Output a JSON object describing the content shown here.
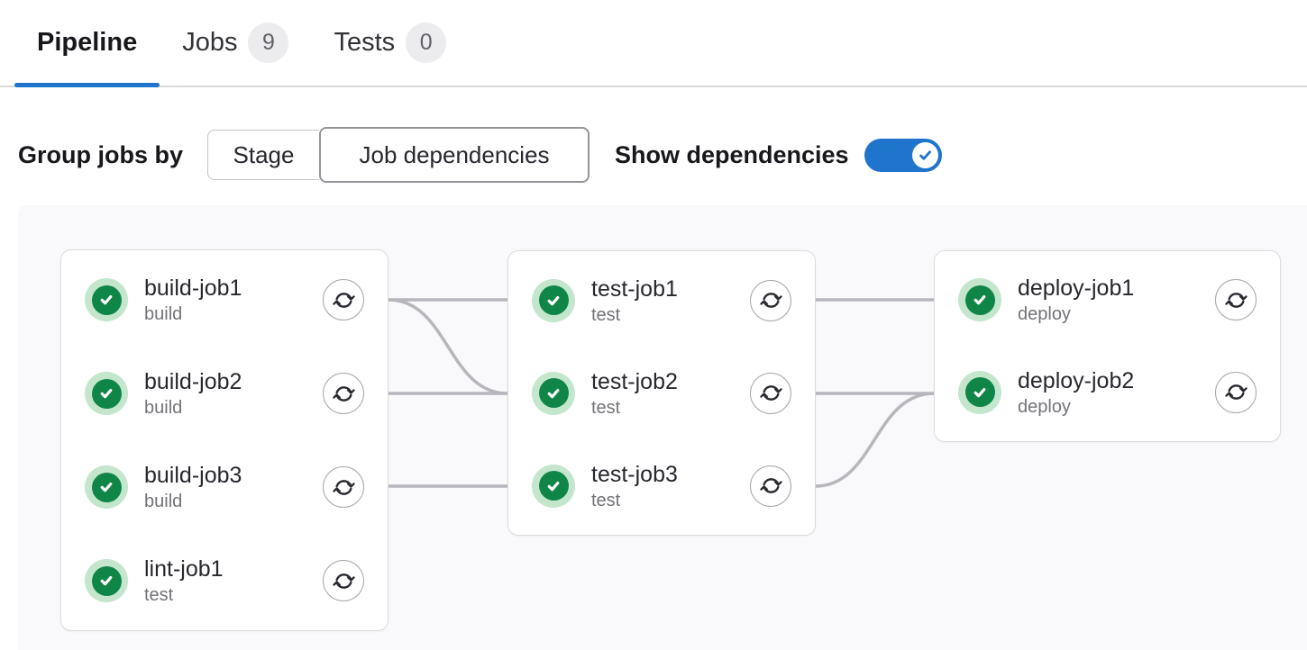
{
  "tabs": {
    "items": [
      {
        "label": "Pipeline",
        "active": true
      },
      {
        "label": "Jobs",
        "badge": "9",
        "active": false
      },
      {
        "label": "Tests",
        "badge": "0",
        "active": false
      }
    ]
  },
  "controls": {
    "group_jobs_by_label": "Group jobs by",
    "group_options": [
      {
        "label": "Stage",
        "selected": false
      },
      {
        "label": "Job dependencies",
        "selected": true
      }
    ],
    "show_dependencies_label": "Show dependencies",
    "show_dependencies_enabled": true
  },
  "graph": {
    "columns": [
      {
        "jobs": [
          {
            "name": "build-job1",
            "stage": "build",
            "status": "success"
          },
          {
            "name": "build-job2",
            "stage": "build",
            "status": "success"
          },
          {
            "name": "build-job3",
            "stage": "build",
            "status": "success"
          },
          {
            "name": "lint-job1",
            "stage": "test",
            "status": "success"
          }
        ]
      },
      {
        "jobs": [
          {
            "name": "test-job1",
            "stage": "test",
            "status": "success"
          },
          {
            "name": "test-job2",
            "stage": "test",
            "status": "success"
          },
          {
            "name": "test-job3",
            "stage": "test",
            "status": "success"
          }
        ]
      },
      {
        "jobs": [
          {
            "name": "deploy-job1",
            "stage": "deploy",
            "status": "success"
          },
          {
            "name": "deploy-job2",
            "stage": "deploy",
            "status": "success"
          }
        ]
      }
    ],
    "links": [
      {
        "from": "build-job1",
        "to": "test-job1"
      },
      {
        "from": "build-job1",
        "to": "test-job2"
      },
      {
        "from": "build-job2",
        "to": "test-job2"
      },
      {
        "from": "build-job3",
        "to": "test-job3"
      },
      {
        "from": "test-job1",
        "to": "deploy-job1"
      },
      {
        "from": "test-job2",
        "to": "deploy-job2"
      },
      {
        "from": "test-job3",
        "to": "deploy-job2"
      }
    ]
  },
  "colors": {
    "accent_blue": "#1f75cb",
    "success_green": "#108548",
    "success_halo_green": "#c3e6cd",
    "link_gray": "#b7b6bc",
    "panel_background": "#f9f9fb",
    "badge_background": "#ececef"
  }
}
